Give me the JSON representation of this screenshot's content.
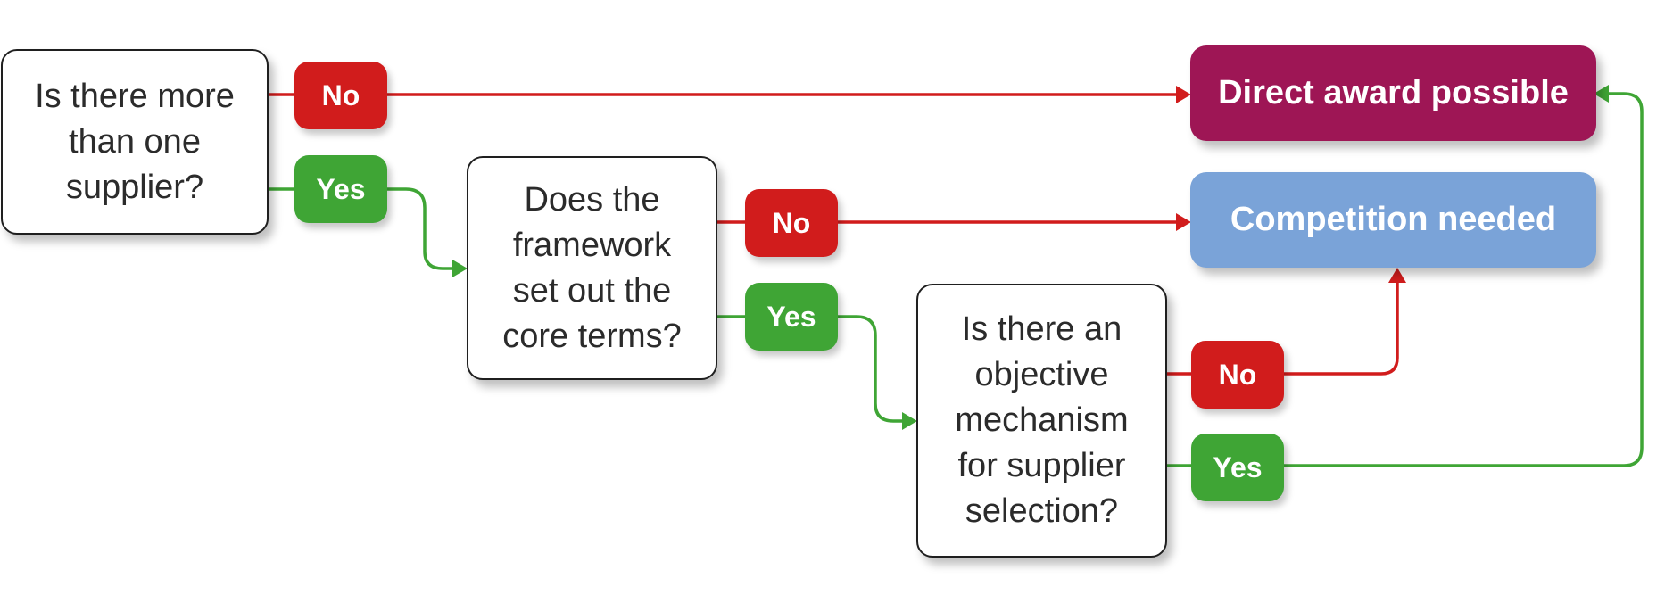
{
  "questions": {
    "q1": [
      "Is there more",
      "than one",
      "supplier?"
    ],
    "q2": [
      "Does the",
      "framework",
      "set out the",
      "core terms?"
    ],
    "q3": [
      "Is there an",
      "objective",
      "mechanism",
      "for supplier",
      "selection?"
    ]
  },
  "answers": {
    "no": "No",
    "yes": "Yes"
  },
  "outcomes": {
    "direct_award": "Direct award possible",
    "competition": "Competition needed"
  },
  "colors": {
    "no": "#d11c1c",
    "yes": "#3fa535",
    "direct_award": "#9e1655",
    "competition": "#7aa3d8"
  }
}
